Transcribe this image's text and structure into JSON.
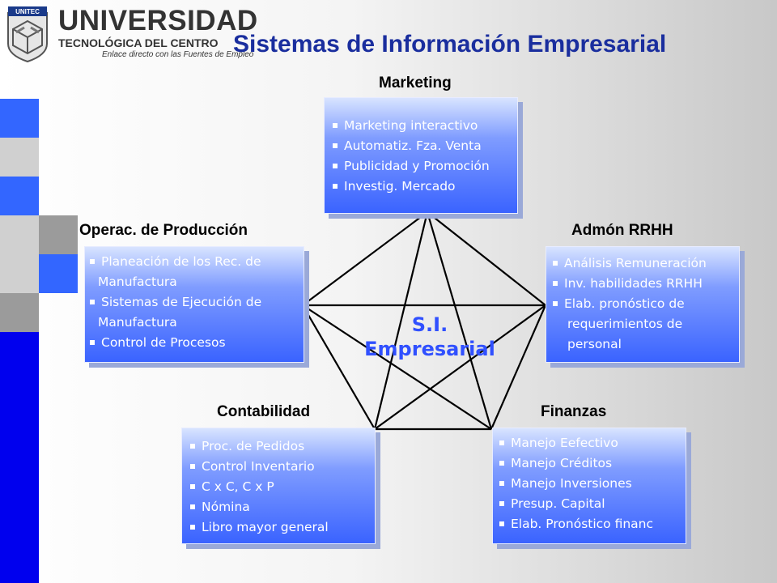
{
  "logo": {
    "seal_text": "UNITEC",
    "name": "UNIVERSIDAD",
    "sub": "TECNOLÓGICA DEL CENTRO",
    "tagline": "Enlace directo con las Fuentes de Empleo"
  },
  "title": "Sistemas de Información Empresarial",
  "center": {
    "line1": "S.I.",
    "line2": "Empresarial"
  },
  "marketing": {
    "label": "Marketing",
    "items": [
      "Marketing interactivo",
      "Automatiz. Fza. Venta",
      "Publicidad y Promoción",
      "Investig. Mercado"
    ]
  },
  "produccion": {
    "label": "Operac. de Producción",
    "items": [
      {
        "l1": "Planeación de los Rec. de",
        "l2": "Manufactura"
      },
      {
        "l1": "Sistemas de Ejecución de",
        "l2": "Manufactura"
      },
      {
        "l1": "Control de Procesos",
        "l2": ""
      }
    ]
  },
  "rrhh": {
    "label": "Admón RRHH",
    "items": [
      {
        "l1": "Análisis Remuneración",
        "l2": "",
        "l3": ""
      },
      {
        "l1": "Inv. habilidades RRHH",
        "l2": "",
        "l3": ""
      },
      {
        "l1": "Elab. pronóstico de",
        "l2": "requerimientos de",
        "l3": "personal"
      }
    ]
  },
  "contabilidad": {
    "label": "Contabilidad",
    "items": [
      "Proc. de Pedidos",
      "Control Inventario",
      "C x C,  C x P",
      "Nómina",
      "Libro mayor general"
    ]
  },
  "finanzas": {
    "label": "Finanzas",
    "items": [
      "Manejo Eefectivo",
      "Manejo Créditos",
      "Manejo Inversiones",
      "Presup. Capital",
      "Elab. Pronóstico financ"
    ]
  },
  "colors": {
    "title": "#1a2e9e",
    "accent_blue": "#3366ff",
    "center_text": "#3050ff"
  }
}
